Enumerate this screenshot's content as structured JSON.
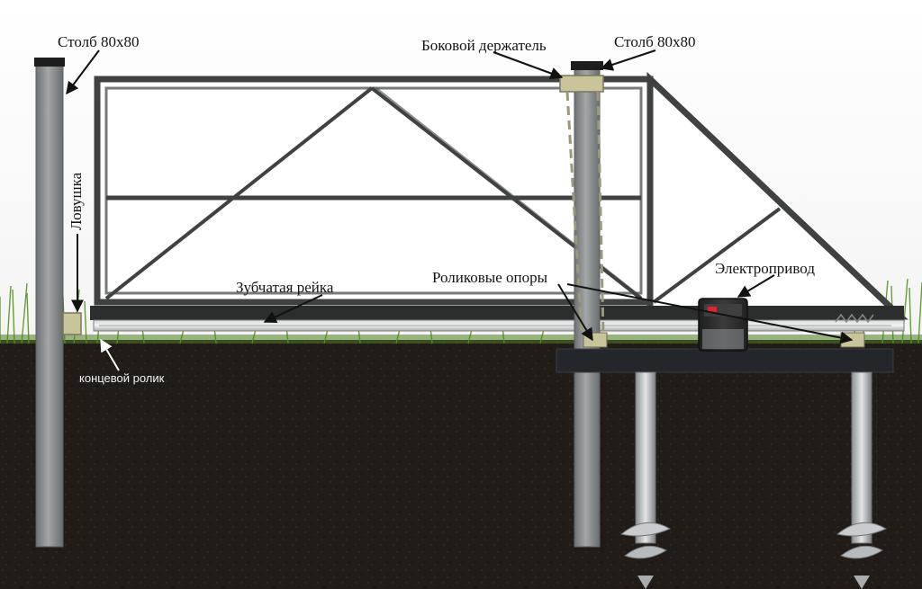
{
  "labels": {
    "left_post": "Столб 80x80",
    "side_holder": "Боковой держатель",
    "right_post": "Столб 80x80",
    "catcher": "Ловушка",
    "toothed_rack": "Зубчатая рейка",
    "roller_supports": "Роликовые опоры",
    "electric_drive": "Электропривод",
    "end_roller": "концевой ролик"
  },
  "colors": {
    "soil": "#1f1a16",
    "grass": "#5c9a2a",
    "frame": "#3f4240",
    "post": "#8a8d8e",
    "channel": "#2b2e2c",
    "holder": "#c9c49a",
    "drive_body": "#2a2a2a",
    "drive_mark": "#e0242b"
  }
}
